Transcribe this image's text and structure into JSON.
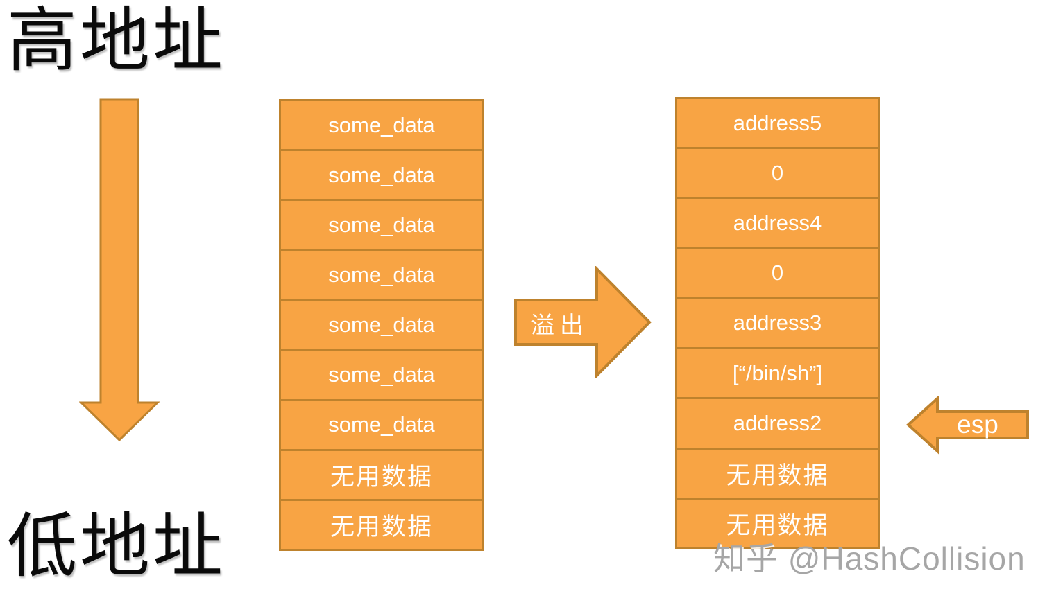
{
  "labels": {
    "high_address": "高地址",
    "low_address": "低地址"
  },
  "arrows": {
    "overflow_label": "溢出",
    "esp_label": "esp"
  },
  "stacks": {
    "before": {
      "cells": [
        "some_data",
        "some_data",
        "some_data",
        "some_data",
        "some_data",
        "some_data",
        "some_data",
        "无用数据",
        "无用数据"
      ]
    },
    "after": {
      "cells": [
        "address5",
        "0",
        "address4",
        "0",
        "address3",
        "[“/bin/sh”]",
        "address2",
        "无用数据",
        "无用数据"
      ]
    }
  },
  "watermark": "知乎 @HashCollision",
  "colors": {
    "shape_fill": "#F8A444",
    "shape_border": "#BE822D",
    "cell_text": "#FFFFFF",
    "address_label_text": "#0A0A0A",
    "watermark_text": "#A6A6A6"
  }
}
